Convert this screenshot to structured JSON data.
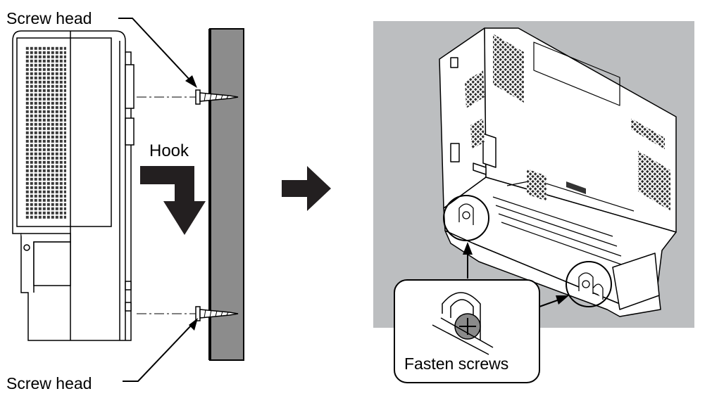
{
  "labels": {
    "screw_head_top": "Screw head",
    "screw_head_bottom": "Screw head",
    "hook": "Hook",
    "fasten_screws": "Fasten screws"
  },
  "colors": {
    "wall": "#8c8c8c",
    "background_panel": "#bcbec0",
    "unit_body": "#ffffff",
    "line": "#000000",
    "arrow": "#231f20"
  },
  "icons": [
    "screw-icon",
    "arrow-right-icon",
    "hook-arrow-icon"
  ]
}
